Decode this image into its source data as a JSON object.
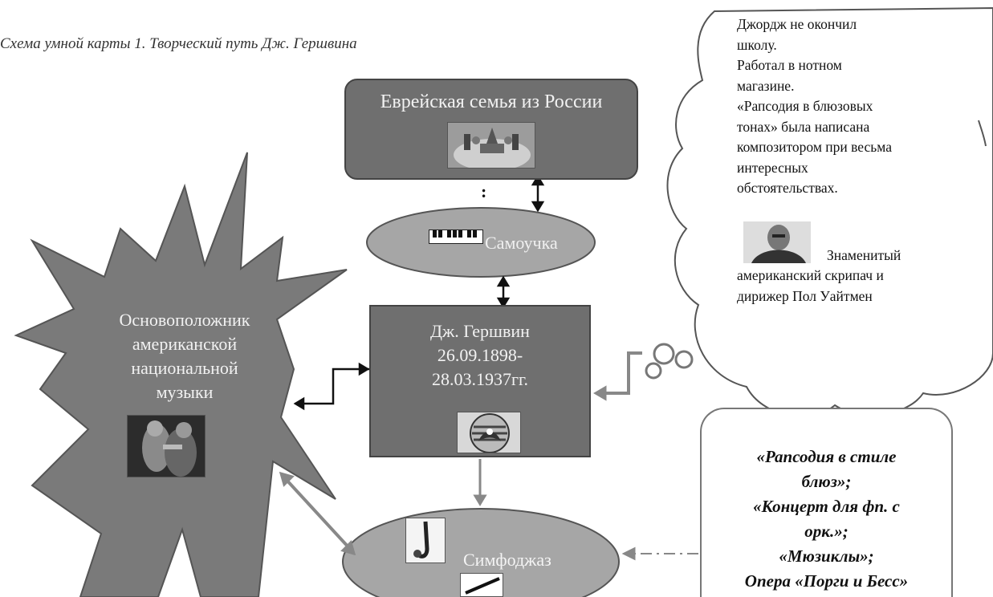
{
  "caption": "Схема умной карты 1. Творческий путь Дж. Гершвина",
  "nodes": {
    "family": "Еврейская семья из России",
    "self_taught": "Самоучка",
    "gershwin": [
      "Дж. Гершвин",
      "26.09.1898-",
      "28.03.1937гг."
    ],
    "founder": [
      "Основоположник",
      "американской",
      "национальной",
      "музыки"
    ],
    "symphojazz": "Симфоджаз"
  },
  "cloud": {
    "lines": [
      "Джордж не окончил",
      "школу.",
      "Работал в нотном",
      "магазине.",
      "«Рапсодия в блюзовых",
      "тонах» была написана",
      "композитором при весьма",
      "интересных",
      "обстоятельствах."
    ],
    "caption_lines": [
      "Знаменитый",
      "американский скрипач и",
      "дирижер Пол Уайтмен"
    ]
  },
  "works": [
    "«Рапсодия в стиле",
    "блюз»;",
    "«Концерт  для фп. с",
    "орк.»;",
    "«Мюзиклы»;",
    "Опера «Порги и Бесс»"
  ],
  "separator_mark": ":",
  "colors": {
    "node_fill": "#6f6f6f",
    "node_border": "#444444",
    "ellipse_fill": "#a6a6a6",
    "star_fill": "#7a7a7a"
  }
}
